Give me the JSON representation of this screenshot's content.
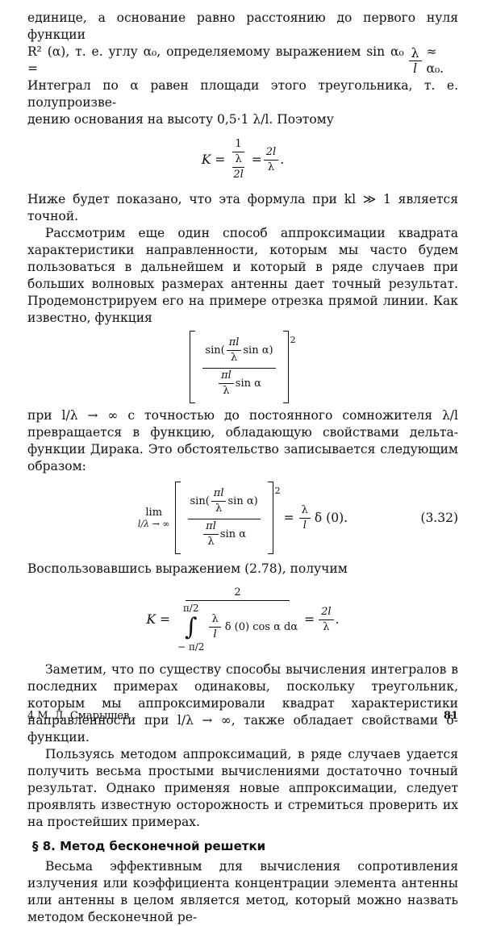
{
  "lines": {
    "l1": "единице, а основание равно расстоянию до первого нуля функции",
    "l2a": "R² (α), т. е. углу α₀, определяемому выражением sin α₀ =",
    "l2_frac_num": "λ",
    "l2_frac_den": "l",
    "l2b": "≈ α₀.",
    "l3": "Интеграл по α равен площади этого треугольника, т. е. полупроизве-",
    "l4": "дению основания на высоту 0,5·1 λ/l. Поэтому",
    "l5": "Ниже будет показано, что эта формула при kl ≫ 1 является точной.",
    "p2": "Рассмотрим еще один способ аппроксимации квадрата характеристики направленности, которым мы часто будем пользоваться в дальнейшем и который в ряде случаев при больших волновых размерах антенны дает точный результат. Продемонстрируем его на примере отрезка прямой линии. Как известно, функция",
    "p3": "при l/λ → ∞ с точностью до постоянного сомножителя λ/l превращается в функцию, обладающую свойствами дельта-функции Дирака. Это обстоятельство записывается следующим образом:",
    "p4": "Воспользовавшись выражением (2.78), получим",
    "p5": "Заметим, что по существу способы вычисления интегралов в последних примерах одинаковы, поскольку треугольник, которым мы аппроксимировали квадрат характеристики направленности при l/λ → ∞, также обладает свойствами δ-функции.",
    "p6": "Пользуясь методом аппроксимаций, в ряде случаев удается получить весьма простыми вычислениями достаточно точный результат. Однако применяя новые аппроксимации, следует проявлять известную осторожность и стремиться проверить их на простейших примерах.",
    "p7": "Весьма эффективным для вычисления сопротивления излучения или коэффициента концентрации элемента антенны или антенны в целом является метод, который можно назвать методом бесконечной ре-"
  },
  "eq1": {
    "lhs": "K =",
    "num1": "1",
    "den_num": "λ",
    "den_den": "2l",
    "eq": "=",
    "num2": "2l",
    "den2": "λ",
    "end": "."
  },
  "eq2": {
    "sin_open": "sin(",
    "inner_num": "πl",
    "inner_den": "λ",
    "inner_tail": "sin α)",
    "den_num": "πl",
    "den_den": "λ",
    "den_tail": "sin α",
    "power": "2"
  },
  "eq3": {
    "lim": "lim",
    "lim_sub": "l/λ → ∞",
    "rhs_pre": "=",
    "rhs_num": "λ",
    "rhs_den": "l",
    "rhs_tail": "δ (0).",
    "number": "(3.32)"
  },
  "eq4": {
    "lhs": "K =",
    "num": "2",
    "int_upper": "π/2",
    "int_lower": "− π/2",
    "int_frac_num": "λ",
    "int_frac_den": "l",
    "int_tail": "δ (0) cos α dα",
    "eq": "=",
    "res_num": "2l",
    "res_den": "λ",
    "end": "."
  },
  "section": {
    "title": "§ 8. Метод бесконечной решетки"
  },
  "footer": {
    "signature": "4  М. Д. Смарышев",
    "page": "81"
  }
}
